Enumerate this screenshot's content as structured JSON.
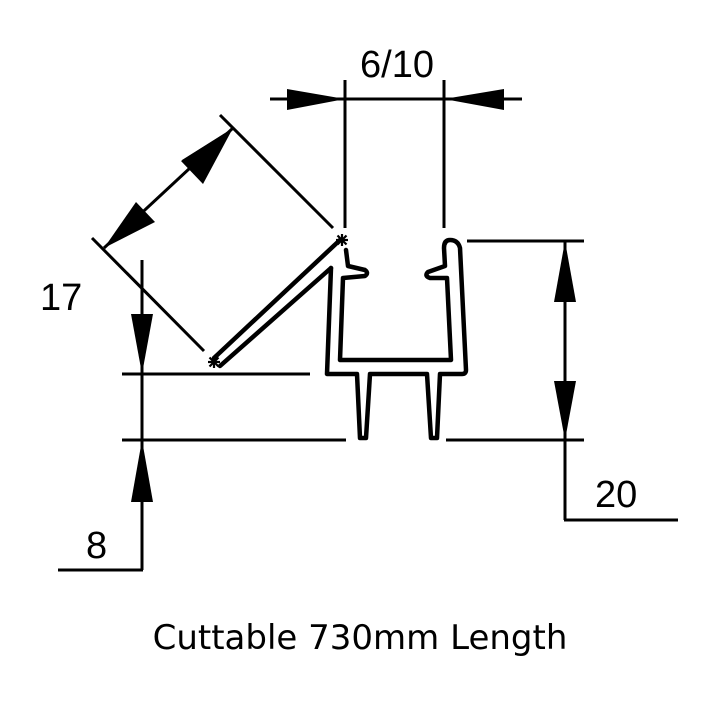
{
  "diagram": {
    "type": "technical cross-section drawing",
    "subject": "shower seal profile",
    "dimensions": {
      "glass_thickness": "6/10",
      "flap_length": "17",
      "fin_height": "8",
      "overall_height": "20"
    },
    "caption": "Cuttable 730mm Length",
    "colors": {
      "line": "#000000",
      "background": "#ffffff"
    }
  }
}
